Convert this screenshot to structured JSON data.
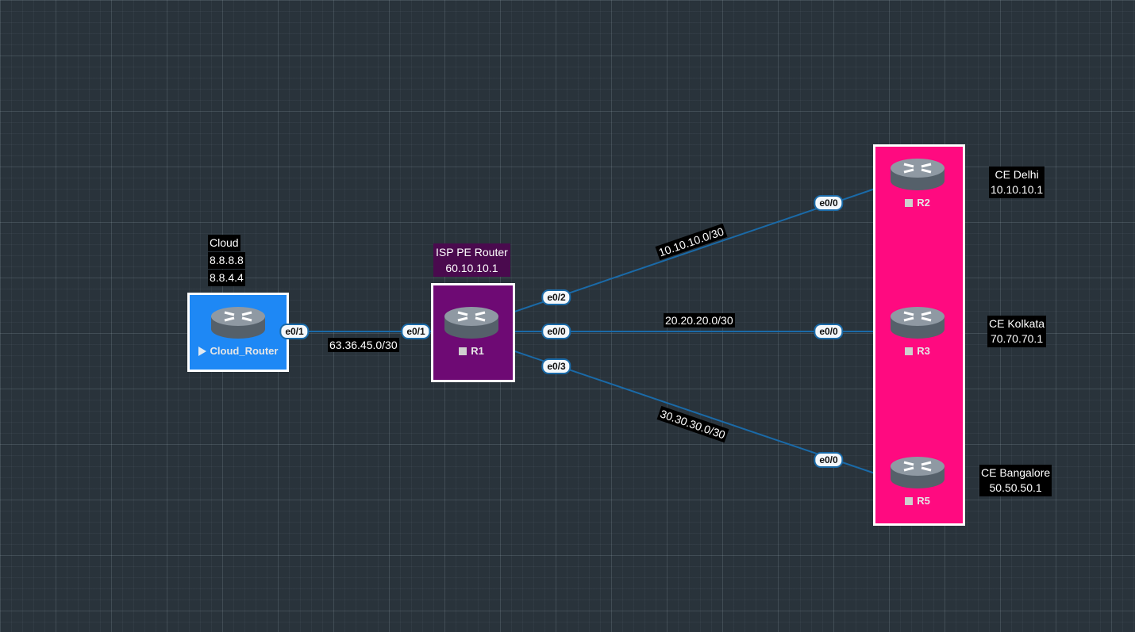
{
  "nodes": {
    "cloud_router": {
      "name": "Cloud_Router",
      "state": "running",
      "icon": "router-icon"
    },
    "r1": {
      "name": "R1",
      "state": "stopped",
      "icon": "router-icon"
    },
    "r2": {
      "name": "R2",
      "state": "stopped",
      "icon": "router-icon"
    },
    "r3": {
      "name": "R3",
      "state": "stopped",
      "icon": "router-icon"
    },
    "r5": {
      "name": "R5",
      "state": "stopped",
      "icon": "router-icon"
    }
  },
  "text_labels": {
    "cloud": [
      "Cloud",
      "8.8.8.8",
      "8.8.4.4"
    ],
    "isp_pe": [
      "ISP PE Router",
      "60.10.10.1"
    ],
    "ce_delhi": [
      "CE Delhi",
      "10.10.10.1"
    ],
    "ce_kolkata": [
      "CE Kolkata",
      "70.70.70.1"
    ],
    "ce_bangalore": [
      "CE Bangalore",
      "50.50.50.1"
    ]
  },
  "links": [
    {
      "from": "Cloud_Router",
      "to": "R1",
      "network": "63.36.45.0/30",
      "from_iface": "e0/1",
      "to_iface": "e0/1"
    },
    {
      "from": "R1",
      "to": "R2",
      "network": "10.10.10.0/30",
      "from_iface": "e0/2",
      "to_iface": "e0/0"
    },
    {
      "from": "R1",
      "to": "R3",
      "network": "20.20.20.0/30",
      "from_iface": "e0/0",
      "to_iface": "e0/0"
    },
    {
      "from": "R1",
      "to": "R5",
      "network": "30.30.30.0/30",
      "from_iface": "e0/3",
      "to_iface": "e0/0"
    }
  ],
  "colors": {
    "background": "#29333b",
    "link": "#1a6aa8",
    "cloud_box": "#1e88f5",
    "pe_box": "#6e0a74",
    "ce_box": "#ff0a80",
    "pe_label_bg": "#4a0a4e"
  }
}
